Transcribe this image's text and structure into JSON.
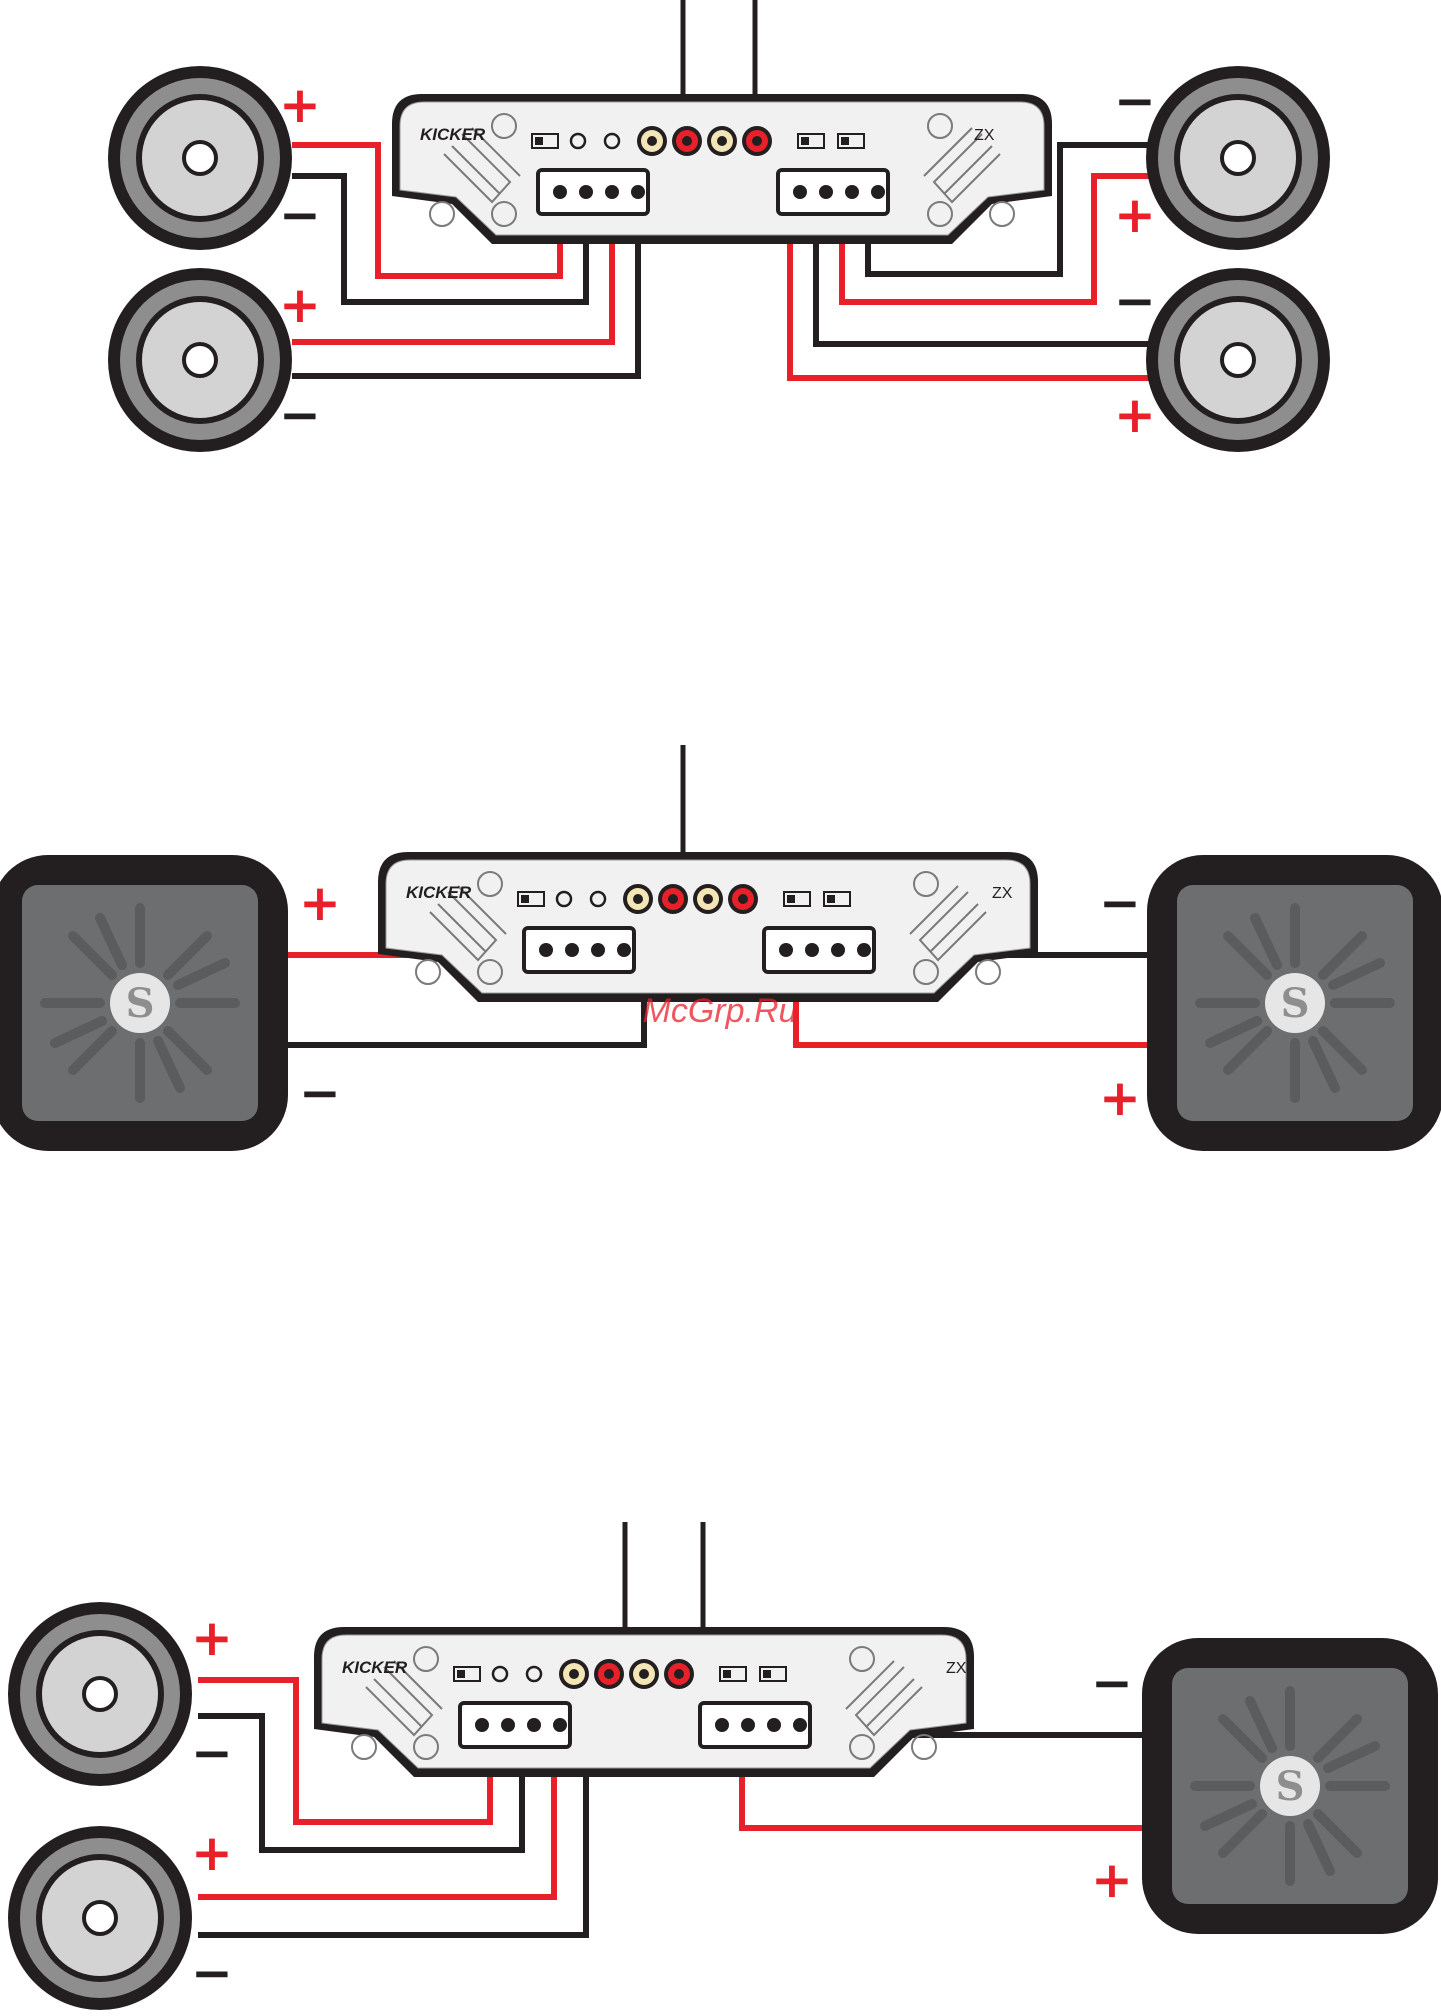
{
  "colors": {
    "wire_positive": "#e8202a",
    "wire_negative": "#231f20",
    "speaker_outer": "#231f20",
    "speaker_surround": "#8e8e8e",
    "speaker_cone": "#d3d3d3",
    "sub_face": "#6d6e70",
    "amp_body": "#f1f1f1",
    "watermark": "#e8202a"
  },
  "amplifier": {
    "brand": "KICKER",
    "model": "ZX"
  },
  "terminal_signs": {
    "positive": "+",
    "negative": "−"
  },
  "subwoofer": {
    "logo_letter": "S"
  },
  "watermark": {
    "text": "McGrp.Ru"
  },
  "diagrams": [
    {
      "name": "four-channel-four-speakers",
      "input_arrows": 2,
      "left_speakers": [
        "coaxial",
        "coaxial"
      ],
      "right_speakers": [
        "coaxial",
        "coaxial"
      ]
    },
    {
      "name": "bridged-two-subwoofers",
      "input_arrows": 1,
      "left_speakers": [
        "subwoofer"
      ],
      "right_speakers": [
        "subwoofer"
      ]
    },
    {
      "name": "three-channel-two-speakers-one-subwoofer",
      "input_arrows": 2,
      "left_speakers": [
        "coaxial",
        "coaxial"
      ],
      "right_speakers": [
        "subwoofer"
      ]
    }
  ]
}
